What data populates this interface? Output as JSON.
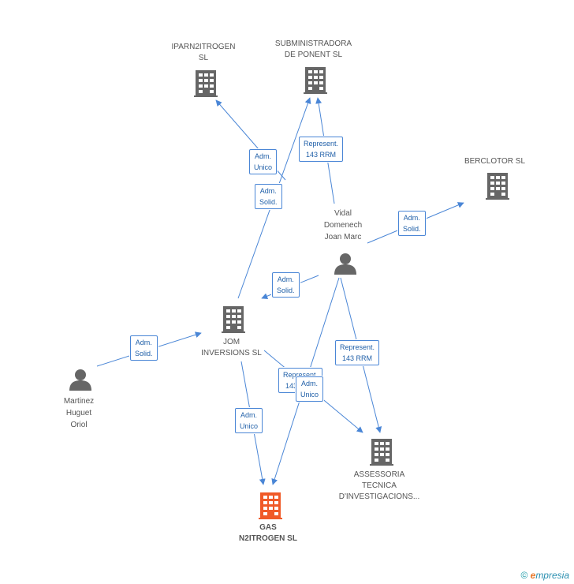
{
  "colors": {
    "edge": "#4a86d6",
    "building": "#666666",
    "building_highlight": "#f05a28",
    "person": "#666666"
  },
  "nodes": {
    "iparn2itrogen": {
      "label": "IPARN2ITROGEN\nSL",
      "icon": "building-icon"
    },
    "subministradora": {
      "label": "SUBMINISTRADORA\nDE PONENT SL",
      "icon": "building-icon"
    },
    "berclotor": {
      "label": "BERCLOTOR SL",
      "icon": "building-icon"
    },
    "vidal": {
      "label": "Vidal\nDomenech\nJoan Marc",
      "icon": "person-icon"
    },
    "jom": {
      "label": "JOM\nINVERSIONS SL",
      "icon": "building-icon"
    },
    "martinez": {
      "label": "Martinez\nHuguet\nOriol",
      "icon": "person-icon"
    },
    "assessoria": {
      "label": "ASSESSORIA\nTECNICA\nD'INVESTIGACIONS...",
      "icon": "building-icon"
    },
    "gas": {
      "label": "GAS\nN2ITROGEN SL",
      "icon": "building-icon"
    }
  },
  "edges": {
    "e1": "Adm.\nUnico",
    "e2": "Represent.\n143 RRM",
    "e3": "Adm.\nSolid.",
    "e4": "Adm.\nSolid.",
    "e5": "Adm.\nSolid.",
    "e6": "Adm.\nSolid.",
    "e7": "Represent.\n143 RRM",
    "e8": "Represent.\n143 RRM",
    "e9": "Adm.\nUnico",
    "e10": "Adm.\nUnico"
  },
  "footer": {
    "copyright_symbol": "©",
    "brand_initial": "e",
    "brand_rest": "mpresia"
  }
}
